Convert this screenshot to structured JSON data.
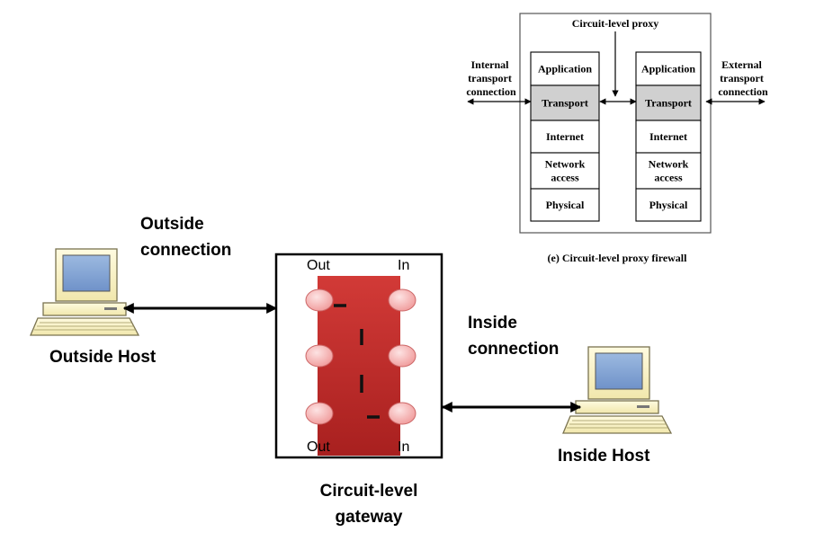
{
  "proxy_figure": {
    "top_label": "Circuit-level proxy",
    "internal_label": [
      "Internal",
      "transport",
      "connection"
    ],
    "external_label": [
      "External",
      "transport",
      "connection"
    ],
    "left_stack": [
      [
        "Application"
      ],
      [
        "Transport"
      ],
      [
        "Internet"
      ],
      [
        "Network",
        "access"
      ],
      [
        "Physical"
      ]
    ],
    "right_stack": [
      [
        "Application"
      ],
      [
        "Transport"
      ],
      [
        "Internet"
      ],
      [
        "Network",
        "access"
      ],
      [
        "Physical"
      ]
    ],
    "highlight_fill": "#d0d0d0",
    "caption": "(e) Circuit-level proxy firewall"
  },
  "outside_connection": [
    "Outside",
    "connection"
  ],
  "inside_connection": [
    "Inside",
    "connection"
  ],
  "outside_host": "Outside Host",
  "inside_host": "Inside Host",
  "gateway": {
    "label_top_out": "Out",
    "label_top_in": "In",
    "label_bottom_out": "Out",
    "label_bottom_in": "In",
    "caption": [
      "Circuit-level",
      "gateway"
    ],
    "body_color": "#c9302f",
    "port_color": "#f4b6b6"
  }
}
